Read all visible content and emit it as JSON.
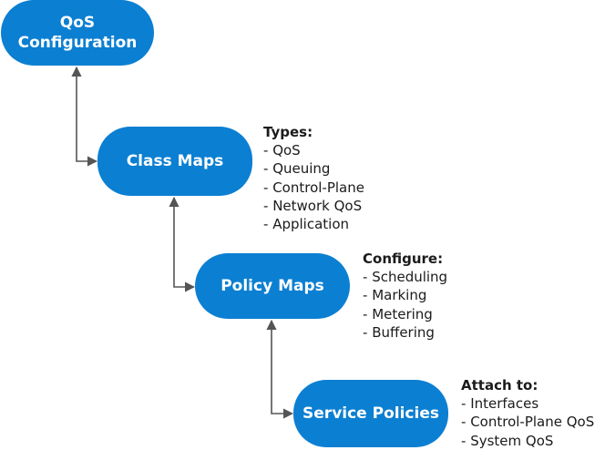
{
  "diagram": {
    "nodes": [
      {
        "id": "qos",
        "label_line1": "QoS",
        "label_line2": "Configuration"
      },
      {
        "id": "class",
        "label": "Class Maps"
      },
      {
        "id": "policy",
        "label": "Policy Maps"
      },
      {
        "id": "service",
        "label": "Service Policies"
      }
    ],
    "notes": {
      "types": {
        "title": "Types:",
        "items": [
          "QoS",
          "Queuing",
          "Control-Plane",
          "Network QoS",
          "Application"
        ]
      },
      "configure": {
        "title": "Configure:",
        "items": [
          "Scheduling",
          "Marking",
          "Metering",
          "Buffering"
        ]
      },
      "attach": {
        "title": "Attach to:",
        "items": [
          "Interfaces",
          "Control-Plane QoS",
          "System QoS"
        ]
      }
    },
    "colors": {
      "node_fill": "#0b7fd2",
      "node_text": "#ffffff",
      "connector": "#555555",
      "note_text": "#1b1b1b"
    }
  }
}
